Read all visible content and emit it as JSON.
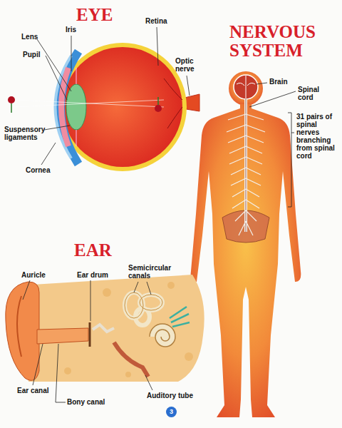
{
  "diagram": {
    "nodes": [
      {
        "text": [
          "3"
        ]
      }
    ],
    "labels": [
      "EYE",
      "Lens",
      "Iris",
      "Retina",
      "Optic nerve",
      "Pupil",
      "Suspensory ligaments",
      "Cornea",
      "NERVOUS SYSTEM",
      "Brain",
      "Spinal cord",
      "31 pairs of spinal nerves branching from spinal cord",
      "EAR",
      "Auricle",
      "Ear drum",
      "Semicircular canals",
      "Ear canal",
      "Bony canal",
      "Auditory tube"
    ]
  }
}
